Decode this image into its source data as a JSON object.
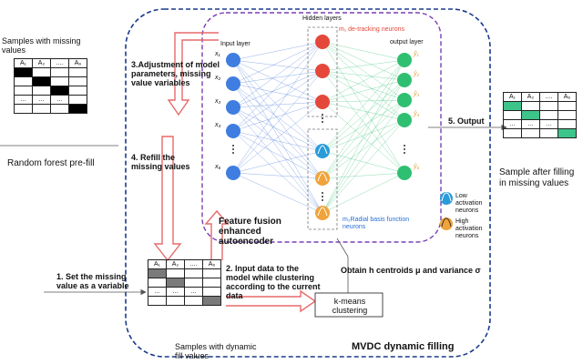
{
  "input_panel": {
    "title": "Samples with missing values",
    "header": [
      "A₁",
      "A₂",
      "....",
      "A₆"
    ],
    "filler_cell": "...",
    "rf_label": "Random forest pre-fill"
  },
  "steps": {
    "step1": "1. Set the missing value as a variable",
    "step2": "2. Input data to the model while clustering according to the current data",
    "step3": "3.Adjustment of model parameters, missing value variables",
    "step4": "4. Refill the missing values",
    "step5": "5. Output"
  },
  "dynamic_matrix": {
    "header": [
      "A₁",
      "A₂",
      "....",
      "A₆"
    ],
    "filler_cell": "...",
    "caption": "Samples with dynamic fill values"
  },
  "output_matrix": {
    "header": [
      "A₁",
      "A₂",
      "....",
      "A₆"
    ],
    "filler_cell": "...",
    "caption": "Sample after filling in missing values"
  },
  "network": {
    "hidden_title": "Hidden layers",
    "input_layer": "Input layer",
    "output_layer": "output layer",
    "m1_label": "m₁ de-tracking neurons",
    "m2_label": "m₂Radial basis function neurons",
    "name": "Feature fusion enhanced autoencoder",
    "input_nodes": [
      "x₁",
      "x₂",
      "x₃",
      "x₄",
      "x₆"
    ],
    "output_nodes": [
      "ŷ₁",
      "ŷ₂",
      "ŷ₃",
      "ŷ₄",
      "ŷ₆"
    ]
  },
  "legend": {
    "low": "Low activation neurons",
    "high": "High activation neurons"
  },
  "kmeans": {
    "label": "k-means clustering",
    "centroid_text": "Obtain h centroids μ and variance σ"
  },
  "frame_title": "MVDC dynamic filling",
  "colors": {
    "frame": "#1a3a8a",
    "inner_frame": "#7b3fb5",
    "arrow": "#e76a6a",
    "input_node": "#3f7ee0",
    "hidden_node": "#e5483a",
    "rbf_low": "#2a9bd8",
    "rbf_high": "#f0a33a",
    "output_node": "#2fbf71",
    "edge_blue": "#3d6fd6",
    "edge_green": "#2fbf71",
    "m1_text": "#e5483a",
    "m2_text": "#2a6fd6"
  }
}
